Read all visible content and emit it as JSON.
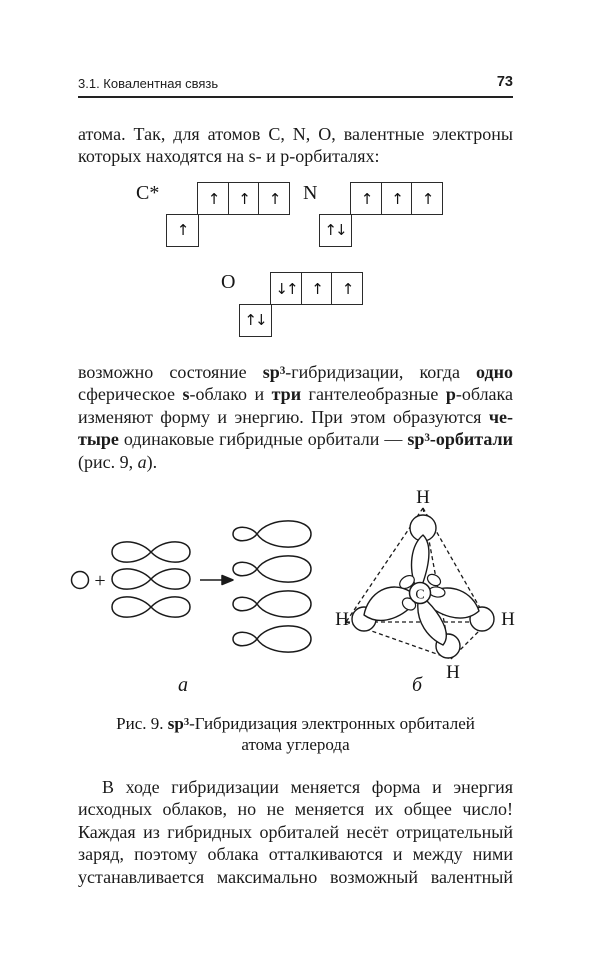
{
  "colors": {
    "ink": "#1b1b1b",
    "background": "#ffffff"
  },
  "header": {
    "section": "3.1. Ковалентная связь",
    "page_number": "73"
  },
  "para1": {
    "lines": [
      "атома. Так, для атомов C, N, O, валентные электроны",
      "которых находятся на s- и p-орбиталях:"
    ]
  },
  "orbitals": {
    "carbon": {
      "label": "C*",
      "p": [
        "↑",
        "↑",
        "↑"
      ],
      "s": "↑"
    },
    "nitrogen": {
      "label": "N",
      "p": [
        "↑",
        "↑",
        "↑"
      ],
      "s": "↑↓"
    },
    "oxygen": {
      "label": "O",
      "p": [
        "↓↑",
        "↑",
        "↑"
      ],
      "s": "↑↓"
    }
  },
  "para2": {
    "lines": [
      [
        [
          "r",
          "возможно состояние "
        ],
        [
          "b",
          "sp"
        ],
        [
          "bs",
          "3"
        ],
        [
          "r",
          "-гибридизации, когда "
        ],
        [
          "b",
          "одно"
        ]
      ],
      [
        [
          "r",
          "сферическое "
        ],
        [
          "b",
          "s"
        ],
        [
          "r",
          "-облако и "
        ],
        [
          "b",
          "три"
        ],
        [
          "r",
          " гантелеобразные "
        ],
        [
          "b",
          "p"
        ],
        [
          "r",
          "-облака"
        ]
      ],
      [
        [
          "r",
          "изменяют форму и энергию. При этом образуются "
        ],
        [
          "b",
          "че-"
        ]
      ],
      [
        [
          "b",
          "тыре"
        ],
        [
          "r",
          " одинаковые гибридные орбитали — "
        ],
        [
          "b",
          "sp"
        ],
        [
          "bs",
          "3"
        ],
        [
          "b",
          "-орбитали"
        ]
      ],
      [
        [
          "r",
          "(рис. 9, "
        ],
        [
          "i",
          "а"
        ],
        [
          "r",
          ")."
        ]
      ]
    ]
  },
  "figure": {
    "plus": "+",
    "label_a": "а",
    "label_b": "б",
    "hydrogen": "H",
    "carbon": "C",
    "caption": {
      "line1": [
        [
          "r",
          "Рис. 9. "
        ],
        [
          "b",
          "sp"
        ],
        [
          "bs",
          "3"
        ],
        [
          "r",
          "-Гибридизация электронных орбиталей"
        ]
      ],
      "line2": "атома углерода"
    }
  },
  "para3": {
    "lines": [
      "В ходе гибридизации меняется форма и энергия",
      "исходных облаков, но не меняется их общее число!",
      "Каждая из гибридных орбиталей несёт отрицательный",
      "заряд, поэтому облака отталкиваются и между ними",
      "устанавливается максимально возможный валентный"
    ]
  }
}
